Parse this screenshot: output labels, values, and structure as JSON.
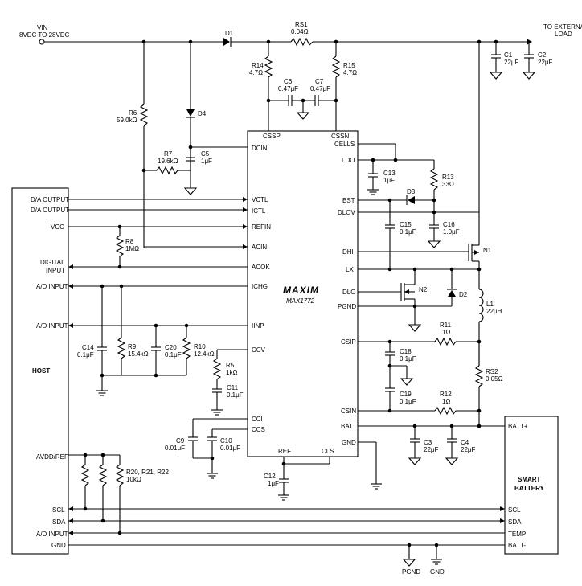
{
  "input": {
    "vin": "VIN",
    "range": "8VDC TO 28VDC"
  },
  "output": {
    "line1": "TO EXTERNAL",
    "line2": "LOAD"
  },
  "ic": {
    "logo": "MAXIM",
    "part": "MAX1772",
    "pins_top": [
      "CSSP",
      "CSSN"
    ],
    "pins_left": [
      "DCIN",
      "VCTL",
      "ICTL",
      "REFIN",
      "ACIN",
      "ACOK",
      "ICHG",
      "IINP",
      "CCV",
      "CCI",
      "CCS"
    ],
    "pins_right": [
      "CELLS",
      "LDO",
      "BST",
      "DLOV",
      "DHI",
      "LX",
      "DLO",
      "PGND",
      "CSIP",
      "CSIN",
      "BATT",
      "GND"
    ],
    "pins_bottom": [
      "REF",
      "CLS"
    ]
  },
  "host": {
    "title": "HOST",
    "signals": [
      "D/A OUTPUT",
      "D/A OUTPUT",
      "VCC",
      "DIGITAL",
      "INPUT",
      "A/D INPUT",
      "A/D INPUT",
      "AVDD/REF",
      "SCL",
      "SDA",
      "A/D INPUT",
      "GND"
    ]
  },
  "battery": {
    "title1": "SMART",
    "title2": "BATTERY",
    "pins": [
      "BATT+",
      "SCL",
      "SDA",
      "TEMP",
      "BATT-"
    ]
  },
  "components": {
    "D1": "D1",
    "RS1": "RS1",
    "RS1_val": "0.04Ω",
    "R14": "R14",
    "R14_val": "4.7Ω",
    "R15": "R15",
    "R15_val": "4.7Ω",
    "C6": "C6",
    "C6_val": "0.47μF",
    "C7": "C7",
    "C7_val": "0.47μF",
    "C1": "C1",
    "C1_val": "22μF",
    "C2": "C2",
    "C2_val": "22μF",
    "R6": "R6",
    "R6_val": "59.0kΩ",
    "D4": "D4",
    "R7": "R7",
    "R7_val": "19.6kΩ",
    "C5": "C5",
    "C5_val": "1μF",
    "R8": "R8",
    "R8_val": "1MΩ",
    "C13": "C13",
    "C13_val": "1μF",
    "R13": "R13",
    "R13_val": "33Ω",
    "D3": "D3",
    "C15": "C15",
    "C15_val": "0.1μF",
    "C16": "C16",
    "C16_val": "1.0μF",
    "N1": "N1",
    "N2": "N2",
    "D2": "D2",
    "L1": "L1",
    "L1_val": "22μH",
    "R11": "R11",
    "R11_val": "1Ω",
    "R12": "R12",
    "R12_val": "1Ω",
    "C18": "C18",
    "C18_val": "0.1μF",
    "C19": "C19",
    "C19_val": "0.1μF",
    "RS2": "RS2",
    "RS2_val": "0.05Ω",
    "C3": "C3",
    "C3_val": "22μF",
    "C4": "C4",
    "C4_val": "22μF",
    "C14": "C14",
    "C14_val": "0.1μF",
    "R9": "R9",
    "R9_val": "15.4kΩ",
    "C20": "C20",
    "C20_val": "0.1μF",
    "R10": "R10",
    "R10_val": "12.4kΩ",
    "R5": "R5",
    "R5_val": "1kΩ",
    "C11": "C11",
    "C11_val": "0.1μF",
    "C9": "C9",
    "C9_val": "0.01μF",
    "C10": "C10",
    "C10_val": "0.01μF",
    "C12": "C12",
    "C12_val": "1μF",
    "R20": "R20, R21, R22",
    "R20_val": "10kΩ"
  },
  "grounds": {
    "pgnd": "PGND",
    "gnd": "GND"
  }
}
